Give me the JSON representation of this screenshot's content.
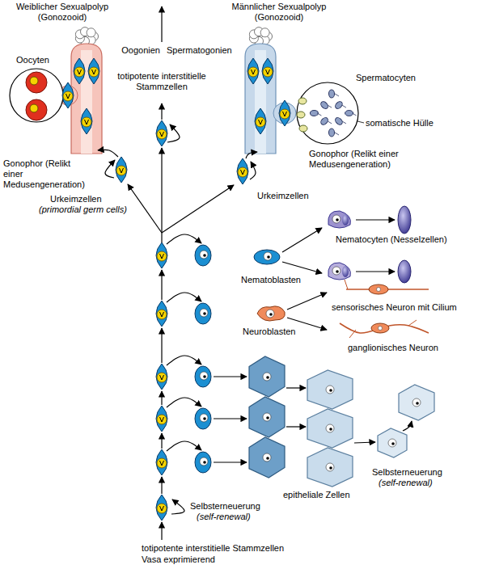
{
  "diagram": {
    "labels": [
      "Weiblicher Sexualpolyp (Gonozooid)",
      "Oocyten",
      "Oogonien",
      "Spermatogonien",
      "totipotente interstitielle Stammzellen",
      "Männlicher Sexualpolyp (Gonozooid)",
      "Spermatocyten",
      "somatische Hülle",
      "Gonophor (Relikt einer Medusengeneration)",
      "Gonophor (Relikt einer Medusengeneration)",
      "Urkeimzellen",
      "(primordial germ cells)",
      "Urkeimzellen",
      "Nematoblasten",
      "Nematocyten (Nesselzellen)",
      "Neuroblasten",
      "sensorisches Neuron mit Cilium",
      "ganglionisches Neuron",
      "epitheliale Zellen",
      "Selbsterneuerung",
      "(self-renewal)",
      "Selbsterneuerung",
      "(self-renewal)",
      "totipotente interstitielle Stammzellen",
      "Vasa exprimierend"
    ]
  }
}
